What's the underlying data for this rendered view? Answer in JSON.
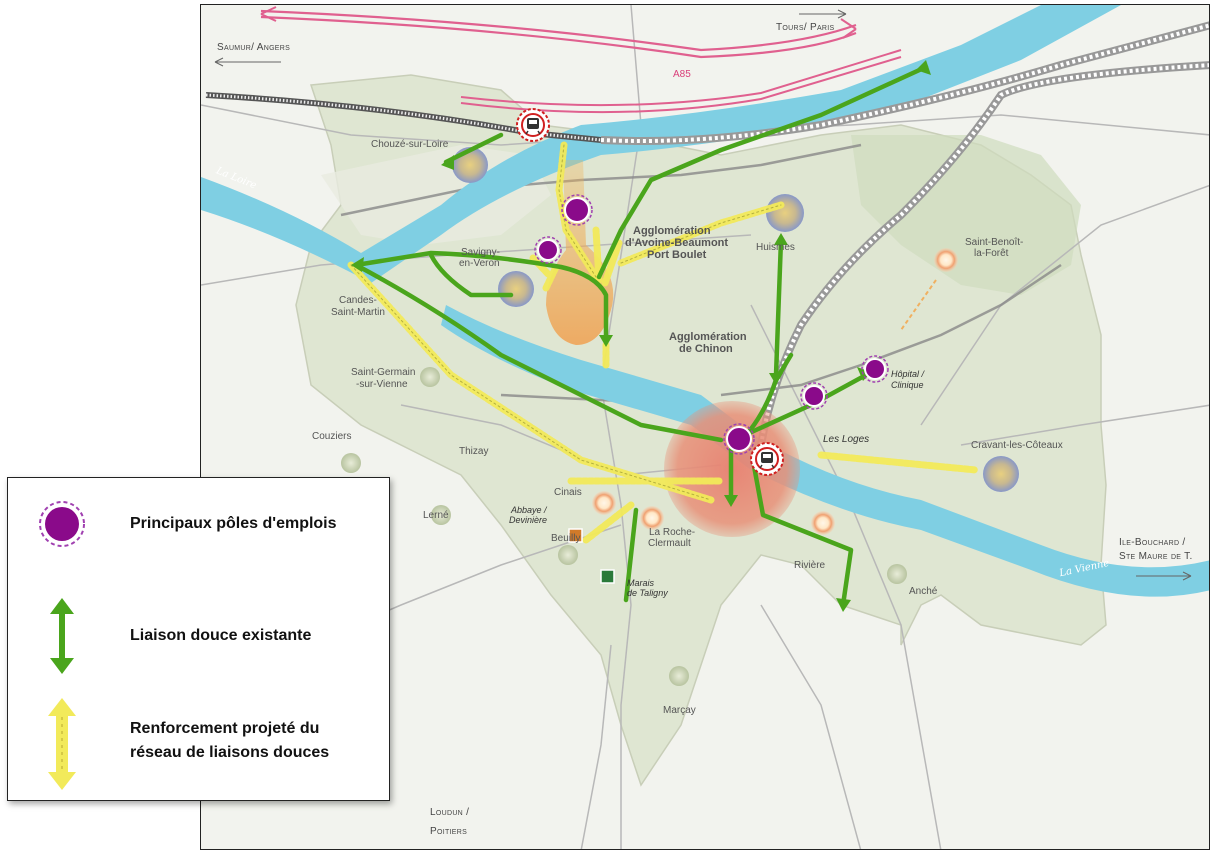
{
  "map": {
    "edge_labels": {
      "saumur": "Saumur/ Angers",
      "tours_paris": "Tours/ Paris",
      "ile_bouchard_1": "Ile-Bouchard /",
      "ile_bouchard_2": "Ste Maure de T.",
      "loudun_1": "Loudun /",
      "loudun_2": "Poitiers"
    },
    "road_label": "A85",
    "river_labels": {
      "left": "La Loire",
      "right": "La Vienne"
    },
    "agglomerations": {
      "avoine_1": "Agglomération",
      "avoine_2": "d'Avoine-Beaumont",
      "avoine_3": "Port Boulet",
      "chinon_1": "Agglomération",
      "chinon_2": "de Chinon"
    },
    "towns": {
      "chouze": "Chouzé-sur-Loire",
      "savigny_1": "Savigny-",
      "savigny_2": "en-Veron",
      "candes_1": "Candes-",
      "candes_2": "Saint-Martin",
      "st_germain_1": "Saint-Germain",
      "st_germain_2": "-sur-Vienne",
      "couziers": "Couziers",
      "thizay": "Thizay",
      "lerne": "Lerné",
      "cinais": "Cinais",
      "beuilly": "Beuilly",
      "la_roche_1": "La Roche-",
      "la_roche_2": "Clermault",
      "marcay": "Marçay",
      "huismes": "Huismes",
      "st_benoit_1": "Saint-Benoît-",
      "st_benoit_2": "la-Forêt",
      "cravant": "Cravant-les-Côteaux",
      "riviere": "Rivière",
      "anche": "Anché"
    },
    "places": {
      "abbaye_1": "Abbaye /",
      "abbaye_2": "Devinière",
      "marais_1": "Marais",
      "marais_2": "de Taligny",
      "hopital_1": "Hôpital /",
      "hopital_2": "Clinique",
      "les_loges": "Les Loges"
    },
    "colors": {
      "river": "#7fcfe3",
      "territory": "#dfe6d2",
      "green_link": "#4aa51c",
      "yellow_link": "#f2ea5a",
      "job_pole": "#8a0a8a",
      "a85": "#e0608f",
      "rail": "#9a9a9a"
    }
  },
  "legend": {
    "items": [
      {
        "label": "Principaux pôles d'emplois",
        "icon": "job-pole-icon"
      },
      {
        "label": "Liaison douce existante",
        "icon": "green-double-arrow-icon"
      },
      {
        "label_1": "Renforcement projeté du",
        "label_2": "réseau de liaisons douces",
        "icon": "yellow-double-arrow-icon"
      }
    ]
  }
}
